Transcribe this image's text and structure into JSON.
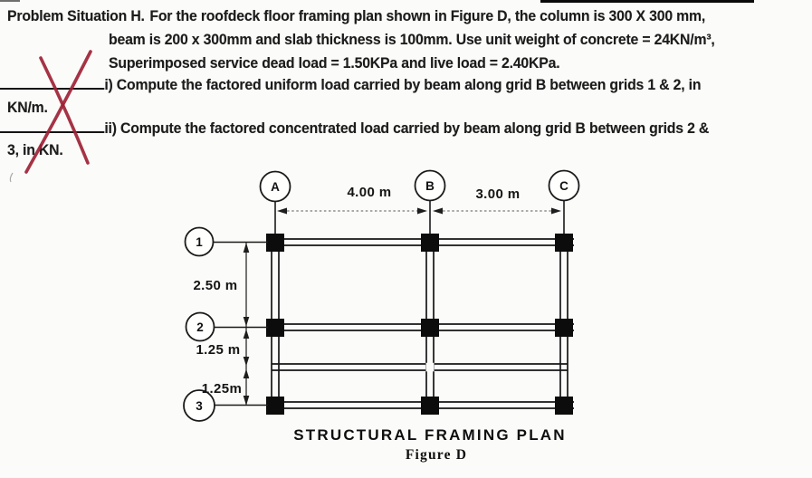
{
  "colors": {
    "paper": "#fbfbf9",
    "ink": "#1c1c1c",
    "red_mark": "#9d2235"
  },
  "problem": {
    "title": "Problem Situation H.",
    "line1_rest": "For the roofdeck floor framing plan shown in Figure D, the column is 300 X 300 mm,",
    "line2": "beam is 200 x 300mm and slab thickness is 100mm. Use unit weight of concrete = 24KN/m³,",
    "line3": "Superimposed service dead load = 1.50KPa and live load = 2.40KPa.",
    "item_i": "i) Compute the factored uniform load carried by beam along grid B between grids 1 & 2, in",
    "item_i_unit": "KN/m.",
    "item_ii": "ii) Compute the factored concentrated load carried by beam along grid B between grids 2 &",
    "item_ii_unit": "3, in KN."
  },
  "figure": {
    "column_grids": [
      {
        "label": "A"
      },
      {
        "label": "B"
      },
      {
        "label": "C"
      }
    ],
    "row_grids": [
      {
        "label": "1"
      },
      {
        "label": "2"
      },
      {
        "label": "3"
      }
    ],
    "dims": {
      "a_b": "4.00 m",
      "b_c": "3.00 m",
      "g1_g2": "2.50 m",
      "g2_mid": "1.25 m",
      "mid_g3": "1.25m"
    },
    "caption": "STRUCTURAL FRAMING PLAN",
    "figure_label": "Figure D"
  }
}
